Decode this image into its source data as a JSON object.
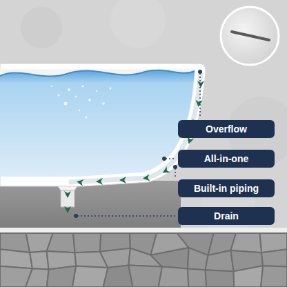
{
  "diagram": {
    "nodes": [
      {
        "text": [
          "Overflow"
        ]
      },
      {
        "text": [
          "All-in-one"
        ]
      },
      {
        "text": [
          "Built-in piping"
        ]
      },
      {
        "text": [
          "Drain"
        ]
      }
    ]
  }
}
